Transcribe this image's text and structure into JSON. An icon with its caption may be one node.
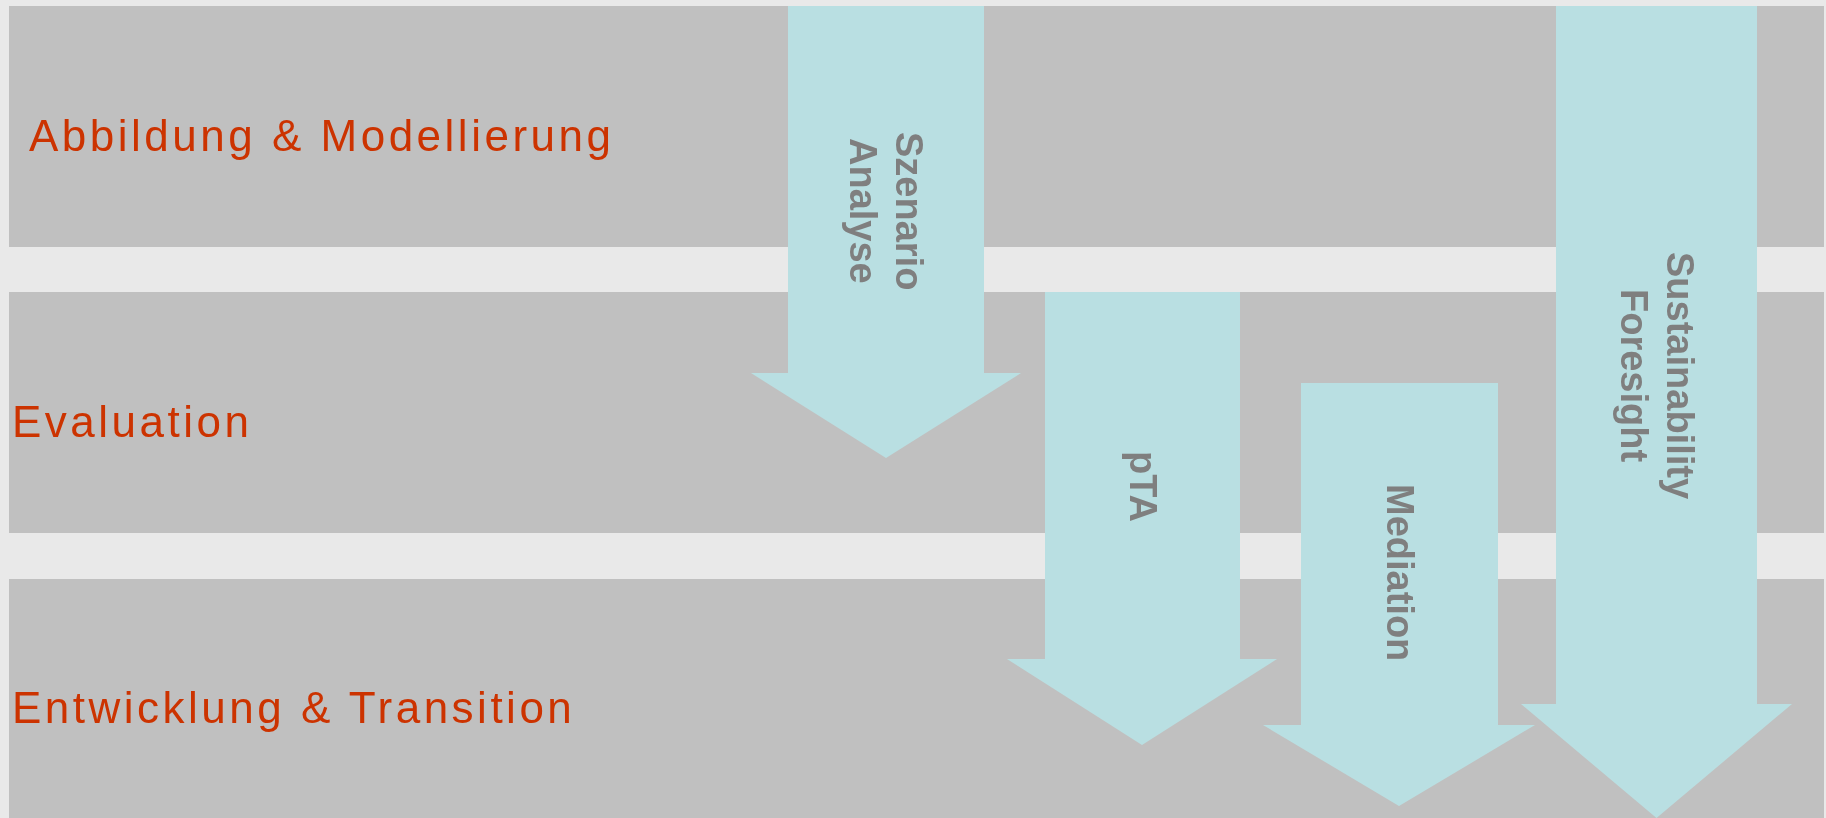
{
  "diagram": {
    "nodes": [
      {
        "text": [
          "Abbildung & Modellierung"
        ]
      },
      {
        "text": [
          "Evaluation"
        ]
      },
      {
        "text": [
          "Entwicklung & Transition"
        ]
      },
      {
        "text": [
          "Szenario Analyse"
        ]
      },
      {
        "text": [
          "pTA"
        ]
      },
      {
        "text": [
          "Mediation"
        ]
      },
      {
        "text": [
          "Sustainability Foresight"
        ]
      }
    ]
  }
}
